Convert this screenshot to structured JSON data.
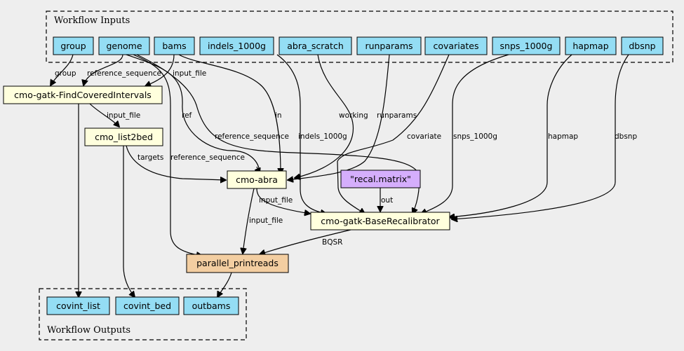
{
  "clusters": {
    "inputs": "Workflow Inputs",
    "outputs": "Workflow Outputs"
  },
  "nodes": {
    "group": "group",
    "genome": "genome",
    "bams": "bams",
    "indels_1000g": "indels_1000g",
    "abra_scratch": "abra_scratch",
    "runparams": "runparams",
    "covariates": "covariates",
    "snps_1000g": "snps_1000g",
    "hapmap": "hapmap",
    "dbsnp": "dbsnp",
    "find_covered": "cmo-gatk-FindCoveredIntervals",
    "list2bed": "cmo_list2bed",
    "abra": "cmo-abra",
    "recal_matrix": "\"recal.matrix\"",
    "base_recal": "cmo-gatk-BaseRecalibrator",
    "printreads": "parallel_printreads",
    "covint_list": "covint_list",
    "covint_bed": "covint_bed",
    "outbams": "outbams"
  },
  "edge_labels": {
    "group": "group",
    "reference_sequence_1": "reference_sequence",
    "input_file_1": "input_file",
    "input_file_2": "input_file",
    "ref": "ref",
    "in": "in",
    "reference_sequence_2": "reference_sequence",
    "indels_1000g": "indels_1000g",
    "working": "working",
    "runparams": "runparams",
    "covariate": "covariate",
    "snps_1000g": "snps_1000g",
    "hapmap": "hapmap",
    "dbsnp": "dbsnp",
    "targets": "targets",
    "reference_sequence_3": "reference_sequence",
    "input_file_3": "input_file",
    "out": "out",
    "input_file_4": "input_file",
    "bqsr": "BQSR"
  },
  "colors": {
    "input": "#94ddf4",
    "step": "#ffffdd",
    "string": "#d5aefc",
    "workflow_step": "#f3cea1",
    "output": "#94ddf4"
  }
}
